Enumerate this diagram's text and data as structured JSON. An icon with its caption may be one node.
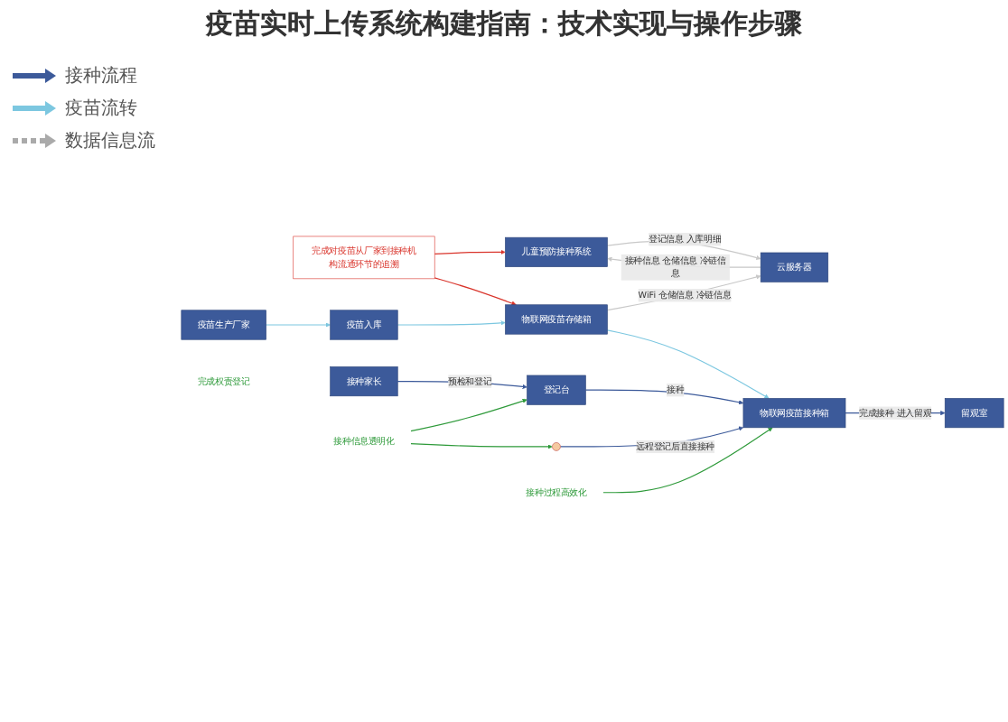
{
  "diagram": {
    "title": "疫苗实时上传系统构建指南：技术实现与操作步骤",
    "nodes": [
      {
        "text": [
          "完成对疫苗从厂家到接种机构流通环节的追溯"
        ]
      },
      {
        "text": [
          "儿童预防接种系统"
        ]
      },
      {
        "text": [
          "云服务器"
        ]
      },
      {
        "text": [
          "物联网疫苗存储箱"
        ]
      },
      {
        "text": [
          "疫苗生产厂家"
        ]
      },
      {
        "text": [
          "疫苗入库"
        ]
      },
      {
        "text": [
          "接种家长"
        ]
      },
      {
        "text": [
          "登记台"
        ]
      },
      {
        "text": [
          "物联网疫苗接种箱"
        ]
      },
      {
        "text": [
          "留观室"
        ]
      },
      {
        "text": [
          "接种信息透明化"
        ]
      },
      {
        "text": [],
        "shape": "person"
      },
      {
        "text": [
          "接种过程高效化"
        ]
      },
      {
        "text": [
          "完成权责登记"
        ]
      }
    ],
    "edges": [
      {
        "from": 0,
        "to": 1,
        "arrow": "to",
        "color": "#d9342b"
      },
      {
        "from": 0,
        "to": 3,
        "arrow": "to",
        "color": "#d9342b"
      },
      {
        "from": 2,
        "to": 1,
        "arrow": "to",
        "label": "接种信息 仓储信息 冷链信息",
        "color": "#c8c8c8"
      },
      {
        "from": 1,
        "to": 2,
        "arrow": "to",
        "label": "登记信息 入库明细",
        "color": "#c8c8c8"
      },
      {
        "from": 3,
        "to": 2,
        "arrow": "to",
        "label": "WiFi 仓储信息 冷链信息",
        "color": "#c8c8c8"
      },
      {
        "from": 4,
        "to": 5,
        "arrow": "to",
        "color": "#7cc7e0"
      },
      {
        "from": 5,
        "to": 3,
        "arrow": "to",
        "color": "#7cc7e0"
      },
      {
        "from": 3,
        "to": 8,
        "arrow": "to",
        "color": "#7cc7e0"
      },
      {
        "from": 6,
        "to": 7,
        "arrow": "to",
        "label": "预检和登记"
      },
      {
        "from": 7,
        "to": 8,
        "arrow": "to",
        "label": "接种"
      },
      {
        "from": 11,
        "to": 8,
        "arrow": "to",
        "label": "远程登记后直接接种"
      },
      {
        "from": 8,
        "to": 9,
        "arrow": "to",
        "label": "完成接种 进入留观"
      },
      {
        "from": 10,
        "to": 7,
        "arrow": "to",
        "color": "#2e9a3a"
      },
      {
        "from": 10,
        "to": 11,
        "arrow": "to",
        "color": "#2e9a3a"
      },
      {
        "from": 12,
        "to": 8,
        "arrow": "to",
        "color": "#2e9a3a"
      }
    ],
    "legend": [
      {
        "text": "接种流程"
      },
      {
        "text": "疫苗流转"
      },
      {
        "text": "数据信息流"
      }
    ]
  }
}
